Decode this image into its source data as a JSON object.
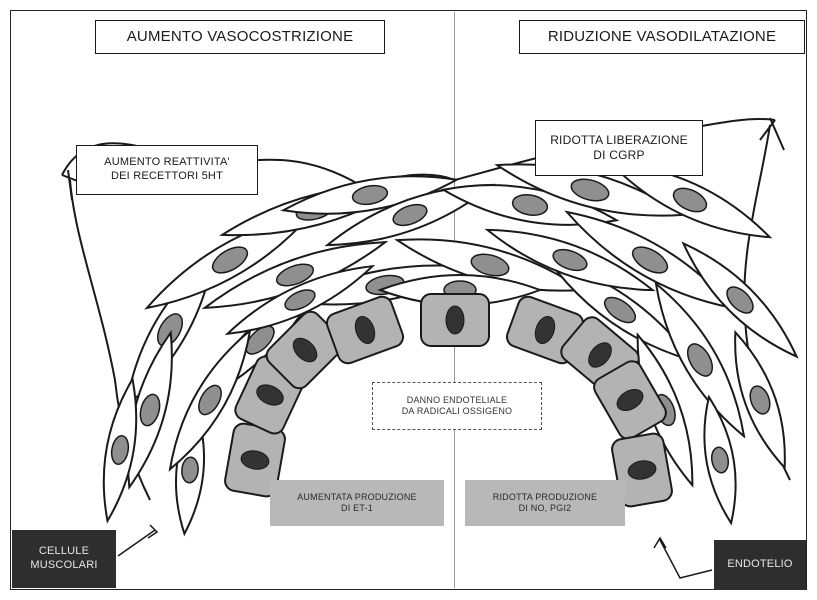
{
  "left_header": "AUMENTO VASOCOSTRIZIONE",
  "right_header": "RIDUZIONE VASODILATAZIONE",
  "left_note": "AUMENTO REATTIVITA'\nDEI RECETTORI 5HT",
  "right_note": "RIDOTTA LIBERAZIONE\nDI CGRP",
  "center_note": "DANNO ENDOTELIALE\nDA RADICALI OSSIGENO",
  "bottom_left_note": "AUMENTATA PRODUZIONE\nDI ET-1",
  "bottom_right_note": "RIDOTTA PRODUZIONE\nDI NO, PGI2",
  "label_muscle": "CELLULE\nMUSCOLARI",
  "label_endothelium": "ENDOTELIO",
  "colors": {
    "nucleus_smooth": "#8f8f8f",
    "endothelial_cell": "#b3b3b3",
    "endothelial_nucleus": "#333333",
    "outline": "#1a1a1a"
  }
}
